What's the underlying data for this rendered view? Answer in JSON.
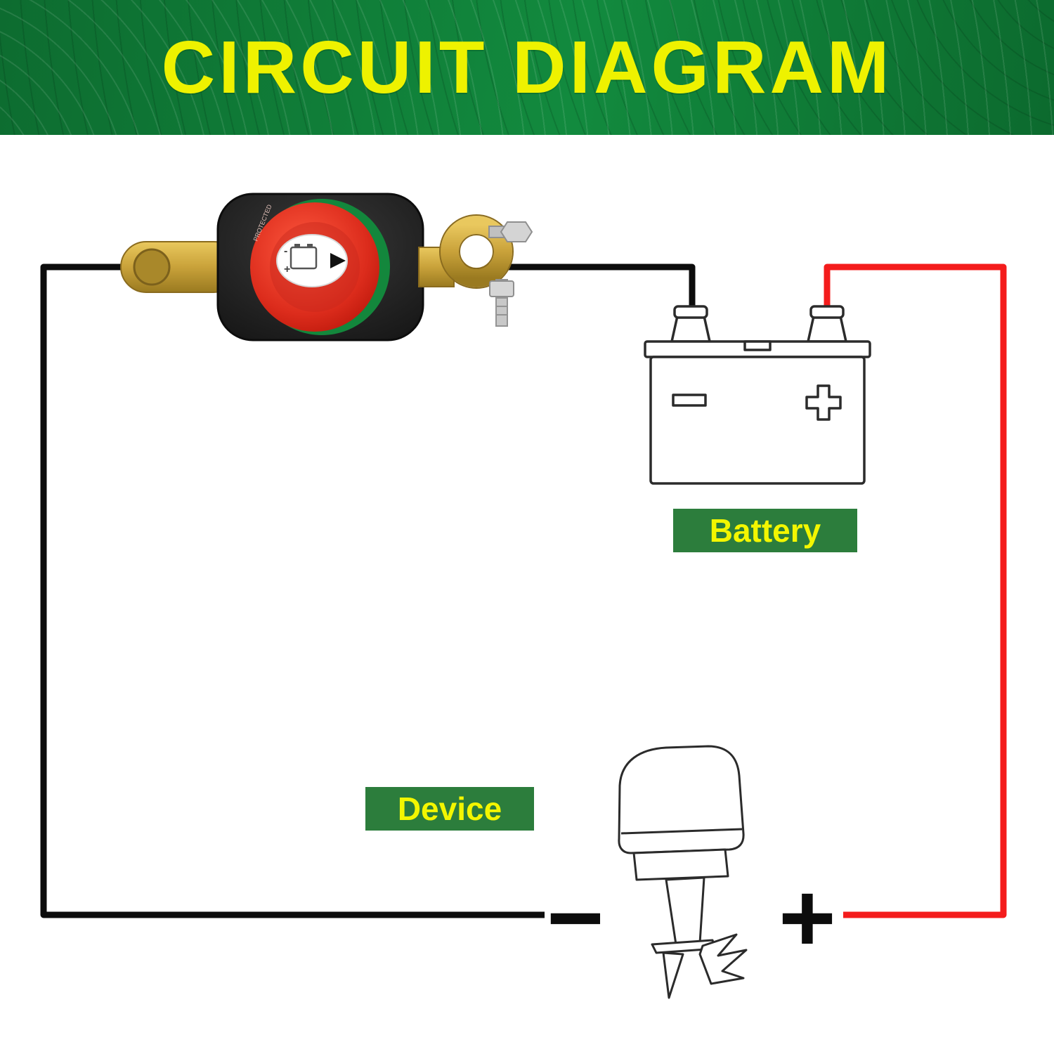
{
  "banner": {
    "title": "CIRCUIT DIAGRAM"
  },
  "labels": {
    "battery": "Battery",
    "device": "Device"
  },
  "symbols": {
    "device_minus": "−",
    "device_plus": "+"
  },
  "switch_markings": {
    "protected": "PROTECTED",
    "battery_minus": "-",
    "battery_plus": "+"
  },
  "colors": {
    "banner_green": "#0d6c30",
    "label_green": "#2c7d3c",
    "accent_yellow": "#f3f600",
    "wire_black": "#0c0c0c",
    "wire_red": "#f41c1c",
    "switch_knob_red": "#d42a1e",
    "switch_ring_green": "#13873c",
    "brass": "#c9a23a",
    "line_art": "#2b2b2b"
  }
}
